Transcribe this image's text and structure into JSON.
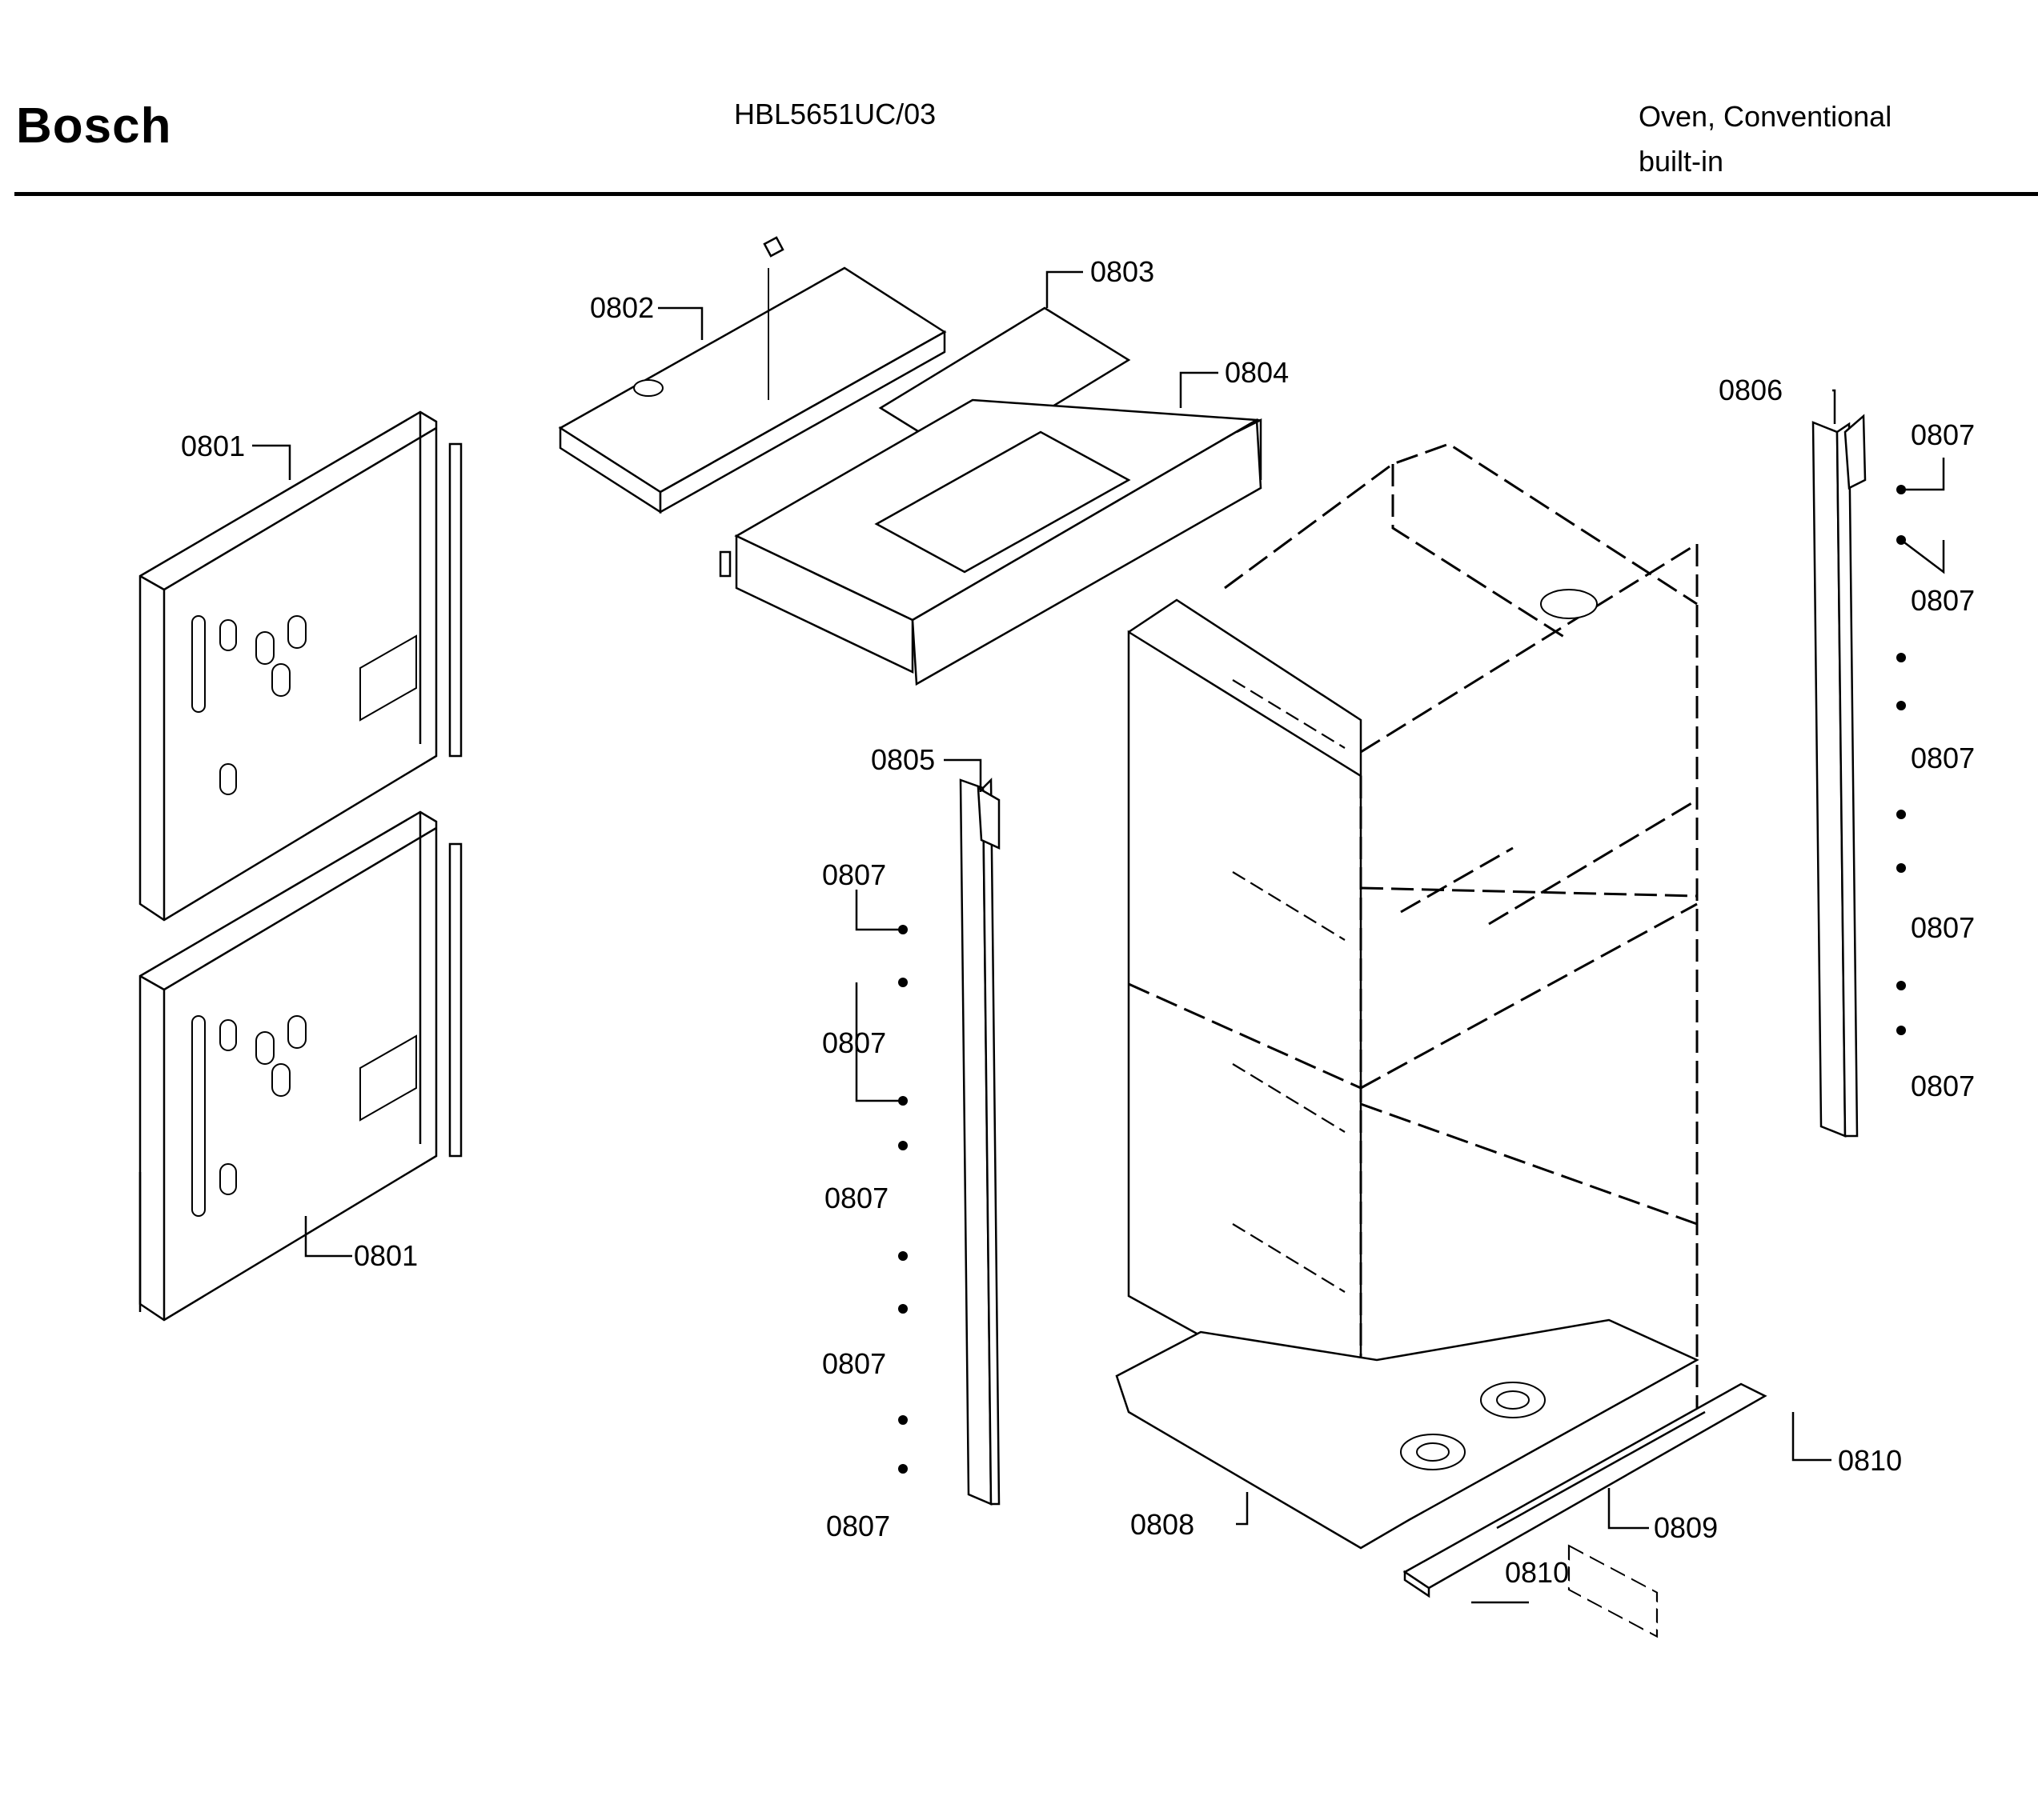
{
  "header": {
    "brand": "Bosch",
    "model": "HBL5651UC/03",
    "description_line1": "Oven, Conventional",
    "description_line2": "built-in"
  },
  "callouts": [
    "0801",
    "0801",
    "0802",
    "0803",
    "0804",
    "0805",
    "0806",
    "0807",
    "0807",
    "0807",
    "0807",
    "0807",
    "0807",
    "0807",
    "0807",
    "0807",
    "0807",
    "0808",
    "0809",
    "0810",
    "0810"
  ]
}
